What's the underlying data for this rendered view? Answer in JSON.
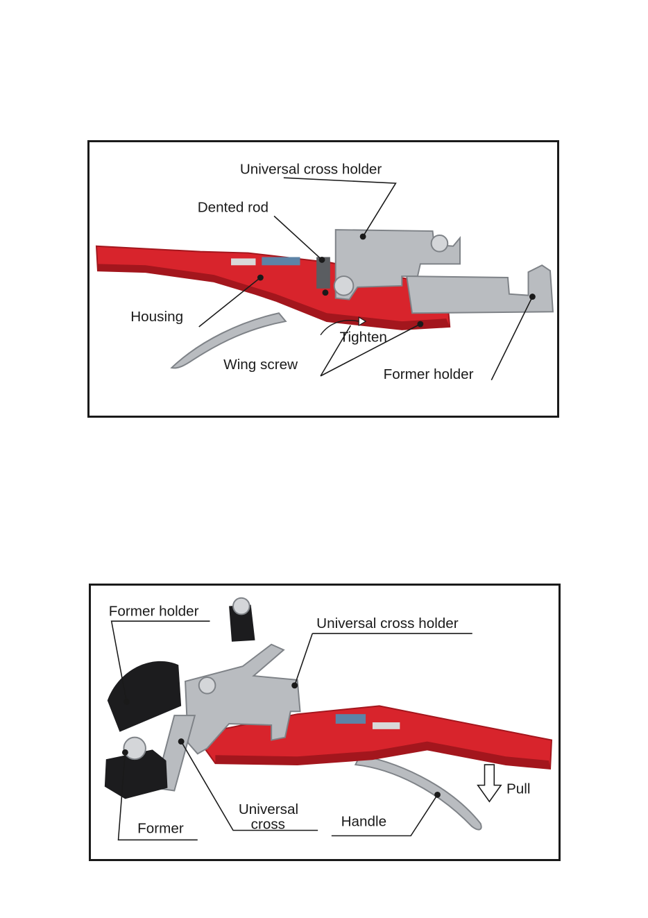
{
  "diagram_top": {
    "labels": {
      "universal_cross_holder": "Universal cross holder",
      "dented_rod": "Dented rod",
      "housing": "Housing",
      "tighten": "Tighten",
      "wing_screw": "Wing screw",
      "former_holder": "Former holder"
    }
  },
  "diagram_bottom": {
    "labels": {
      "former_holder": "Former holder",
      "universal_cross_holder": "Universal cross holder",
      "pull": "Pull",
      "universal_cross_line1": "Universal",
      "universal_cross_line2": "cross",
      "handle": "Handle",
      "former": "Former"
    }
  },
  "colors": {
    "tool_body": "#d8242c",
    "tool_shadow": "#a3161d",
    "metal": "#b9bcc0",
    "metal_dark": "#7e8287",
    "former_black": "#1c1c1e",
    "frame": "#1a1a1a"
  }
}
